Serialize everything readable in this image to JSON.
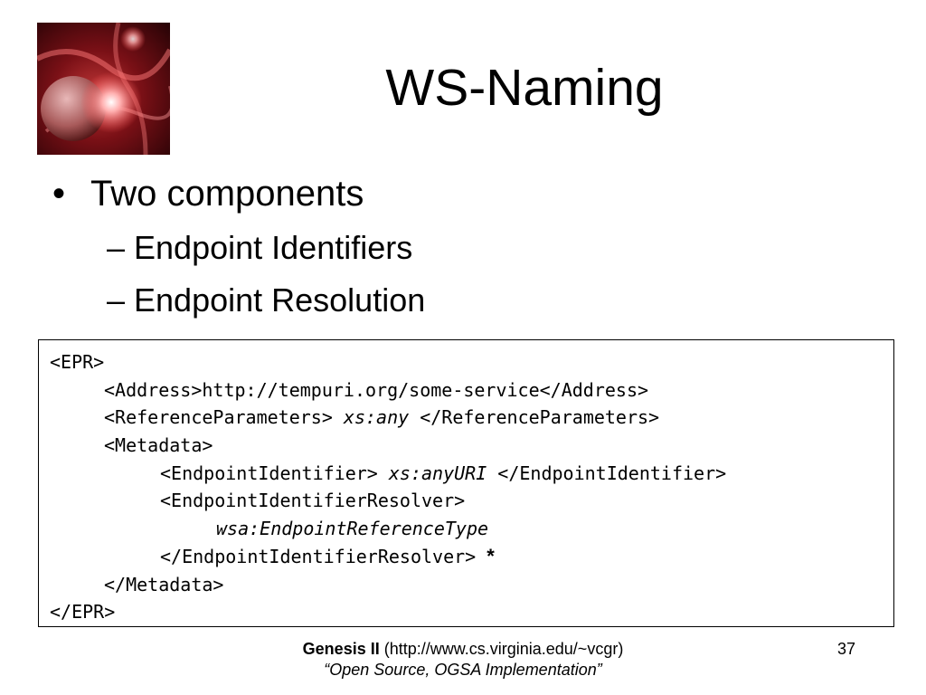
{
  "slide": {
    "title": "WS-Naming",
    "bullet_marker": "•",
    "bullet": "Two components",
    "subbullets": [
      "– Endpoint Identifiers",
      "– Endpoint Resolution"
    ]
  },
  "code": {
    "l1": "<EPR>",
    "l2": "<Address>http://tempuri.org/some-service</Address>",
    "l3a": "<ReferenceParameters> ",
    "l3b": "xs:any",
    "l3c": " </ReferenceParameters>",
    "l4": "<Metadata>",
    "l5a": "<EndpointIdentifier> ",
    "l5b": "xs:anyURI",
    "l5c": " </EndpointIdentifier>",
    "l6": "<EndpointIdentifierResolver>",
    "l7": "wsa:EndpointReferenceType",
    "l8a": "</EndpointIdentifierResolver> ",
    "l8b": "*",
    "l9": "</Metadata>",
    "l10": "</EPR>"
  },
  "footer": {
    "brand": "Genesis II",
    "url": " (http://www.cs.virginia.edu/~vcgr)",
    "tagline": "“Open Source, OGSA Implementation”",
    "page": "37"
  },
  "logo_colors": {
    "base": "#5a0a12",
    "glow": "#ff6a6a",
    "planet": "#d8a0a0"
  }
}
